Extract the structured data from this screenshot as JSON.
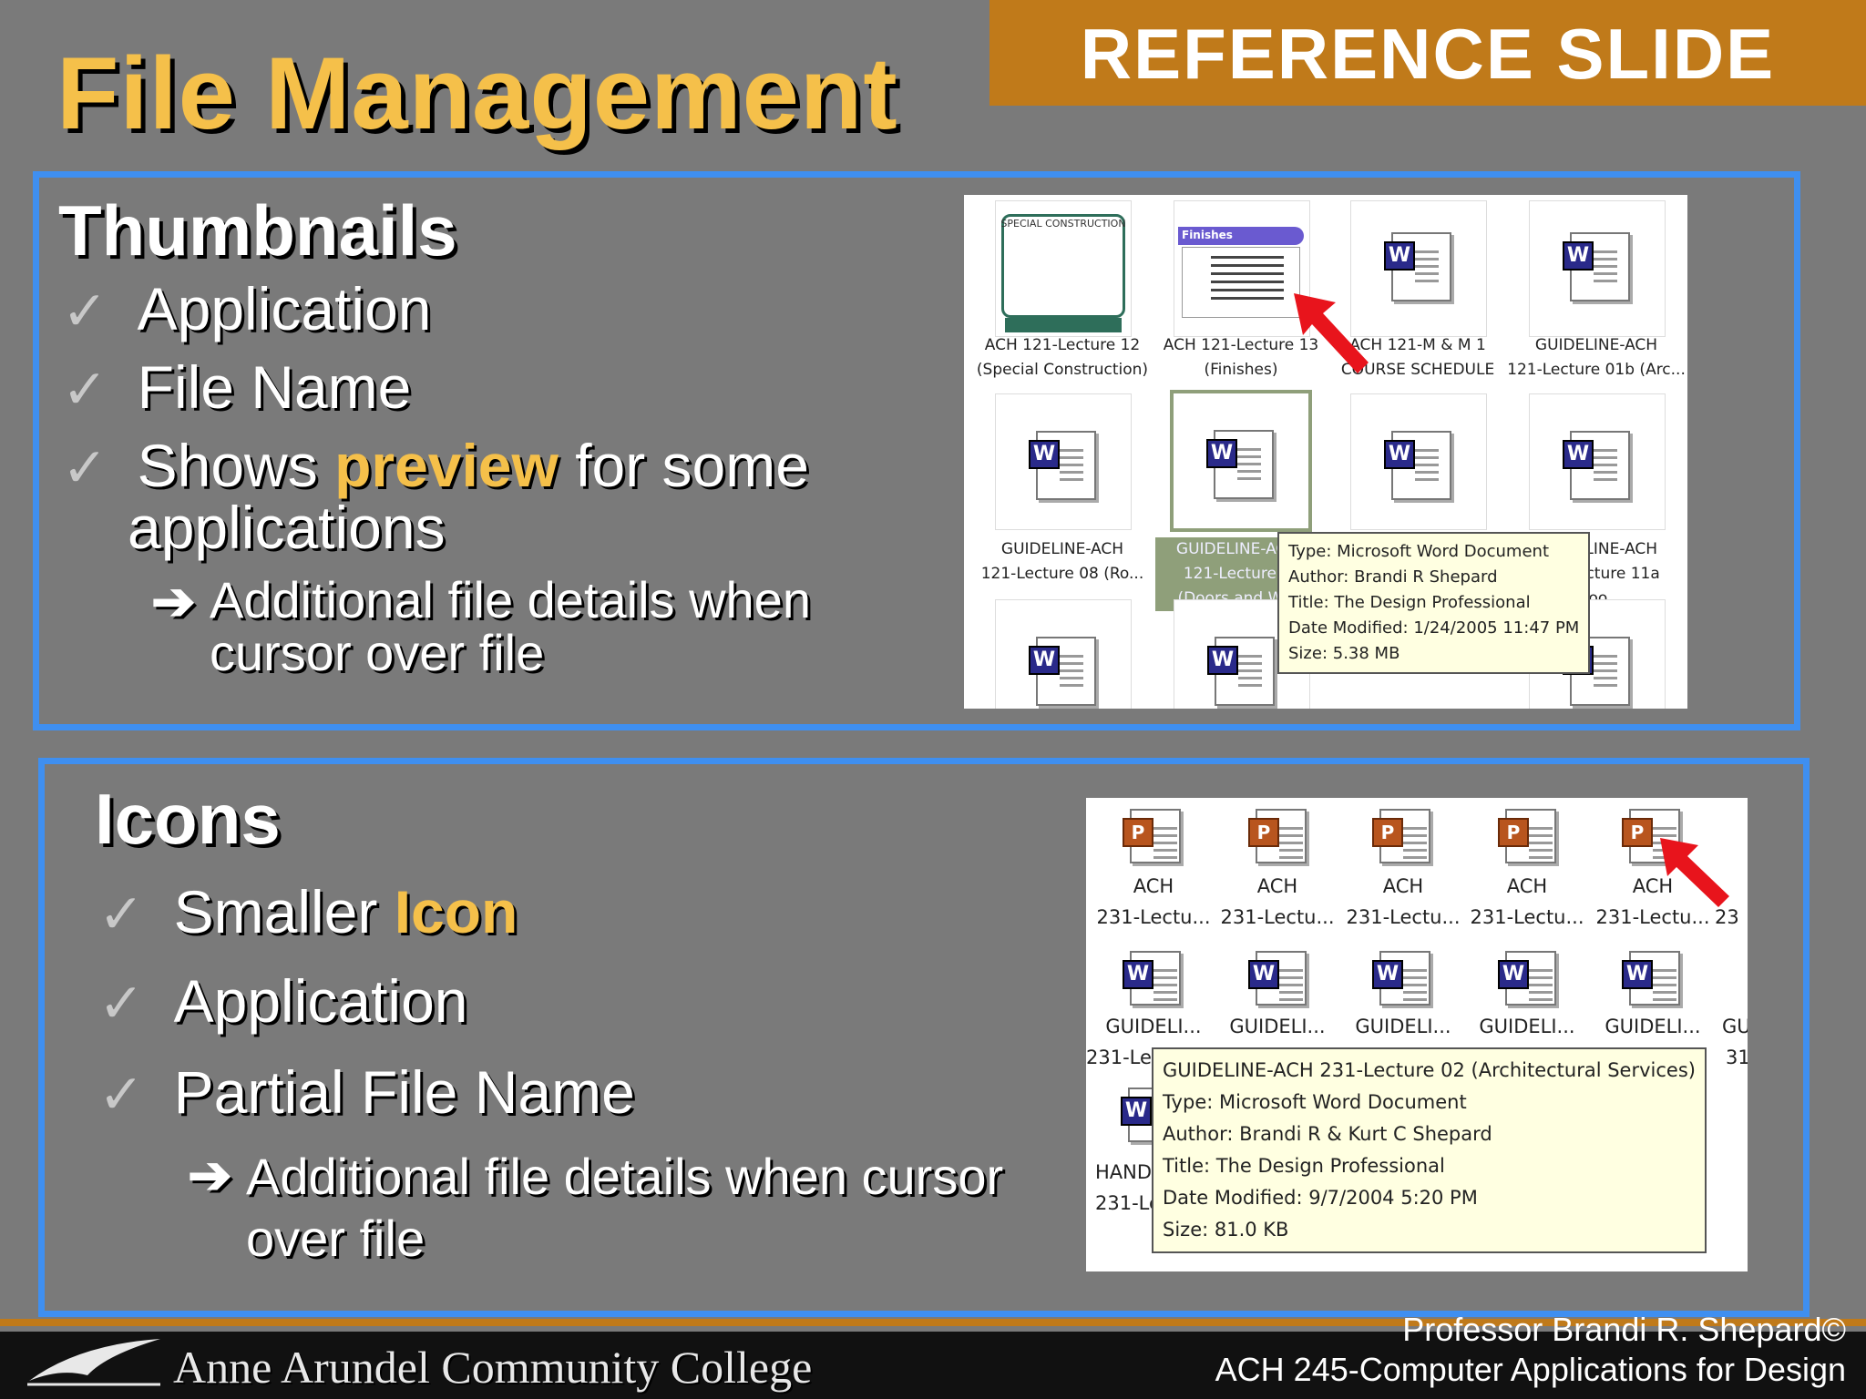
{
  "header": {
    "title": "File Management",
    "banner": "REFERENCE SLIDE"
  },
  "thumbnails": {
    "heading": "Thumbnails",
    "bullets": [
      "Application",
      "File Name"
    ],
    "preview_pre": "Shows ",
    "preview_hl": "preview",
    "preview_post": " for some",
    "preview_line2": "applications",
    "sub_line1": "Additional file details when",
    "sub_line2": "cursor over file",
    "screenshot": {
      "row1": [
        {
          "l1": "ACH 121-Lecture 12",
          "l2": "(Special Construction)"
        },
        {
          "l1": "ACH 121-Lecture 13",
          "l2": "(Finishes)"
        },
        {
          "l1": "ACH 121-M & M 1",
          "l2": "COURSE SCHEDULE"
        },
        {
          "l1": "GUIDELINE-ACH",
          "l2": "121-Lecture 01b (Arc..."
        }
      ],
      "row2": [
        {
          "l1": "GUIDELINE-ACH",
          "l2": "121-Lecture 08 (Ro..."
        },
        {
          "l1": "GUIDELINE-ACH",
          "l2": "121-Lecture 1",
          "l3": "(Doors and Win"
        },
        {
          "l1": "",
          "l2": ""
        },
        {
          "l1": "GUIDELINE-ACH",
          "l2": "121-Lecture 11a (Doo..."
        }
      ],
      "thumb1_text": "SPECIAL CONSTRUCTION",
      "thumb2_text": "Finishes",
      "icon_letter": "W",
      "tooltip": [
        "Type: Microsoft Word Document",
        "Author: Brandi R Shepard",
        "Title: The Design Professional",
        "Date Modified: 1/24/2005 11:47 PM",
        "Size: 5.38 MB"
      ]
    }
  },
  "icons": {
    "heading": "Icons",
    "b1_pre": "Smaller ",
    "b1_hl": "Icon",
    "b2": "Application",
    "b3": "Partial File Name",
    "sub_line1": "Additional file details when cursor",
    "sub_line2": "over file",
    "screenshot": {
      "row1": [
        {
          "l1": "ACH",
          "l2": "231-Lectu..."
        },
        {
          "l1": "ACH",
          "l2": "231-Lectu..."
        },
        {
          "l1": "ACH",
          "l2": "231-Lectu..."
        },
        {
          "l1": "ACH",
          "l2": "231-Lectu..."
        },
        {
          "l1": "ACH",
          "l2": "231-Lectu..."
        }
      ],
      "row1_partial": "23",
      "row2": [
        "GUIDELI...",
        "GUIDELI...",
        "GUIDELI...",
        "GUIDELI...",
        "GUIDELI..."
      ],
      "row2_partial": "GU",
      "row2_line2_partial": "231-Le",
      "row2_line2_right": "31",
      "row3_l1": "HAND",
      "row3_l2": "231-Le",
      "ppt_letter": "P",
      "icon_letter": "W",
      "tooltip": [
        "GUIDELINE-ACH 231-Lecture 02 (Architectural Services)",
        "Type: Microsoft Word Document",
        "Author: Brandi R & Kurt C Shepard",
        "Title: The Design Professional",
        "Date Modified: 9/7/2004 5:20 PM",
        "Size: 81.0 KB"
      ]
    }
  },
  "footer": {
    "college": "Anne Arundel Community College",
    "professor": "Professor Brandi R. Shepard©",
    "course": "ACH 245-Computer Applications for Design"
  },
  "colors": {
    "background": "#7a7a7a",
    "accent": "#f5c04a",
    "banner": "#c07a1a",
    "border": "#3f8ff0"
  }
}
